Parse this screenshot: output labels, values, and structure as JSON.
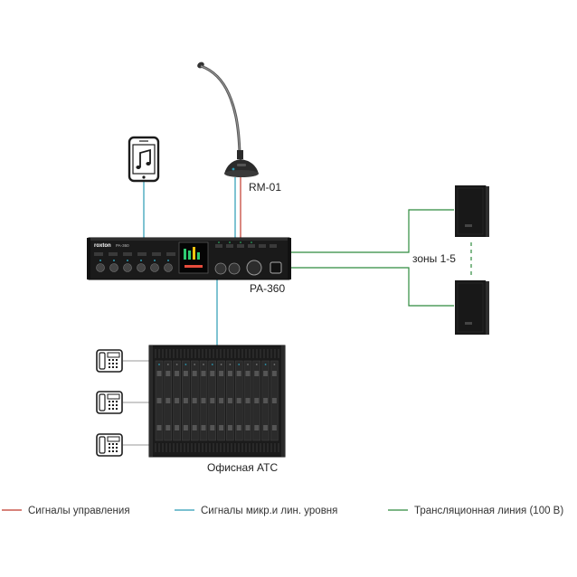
{
  "labels": {
    "microphone": "RM-01",
    "amplifier": "PA-360",
    "zones": "зоны 1-5",
    "pbx": "Офисная АТС"
  },
  "amplifier_brand": "roxton",
  "amplifier_model": "PA-360",
  "legend": [
    {
      "text": "Сигналы управления",
      "color": "#c0392b"
    },
    {
      "text": "Сигналы микр.и лин. уровня",
      "color": "#2a9bb5"
    },
    {
      "text": "Трансляционная линия (100 В)",
      "color": "#2e8b3e"
    }
  ],
  "colors": {
    "control": "#c0392b",
    "audio": "#2a9bb5",
    "line100v": "#2e8b3e",
    "device_dark": "#1c1c1c"
  },
  "icons": [
    "smartphone-music-icon",
    "gooseneck-microphone-icon",
    "speaker-icon",
    "desk-phone-icon",
    "rack-pbx-icon"
  ]
}
